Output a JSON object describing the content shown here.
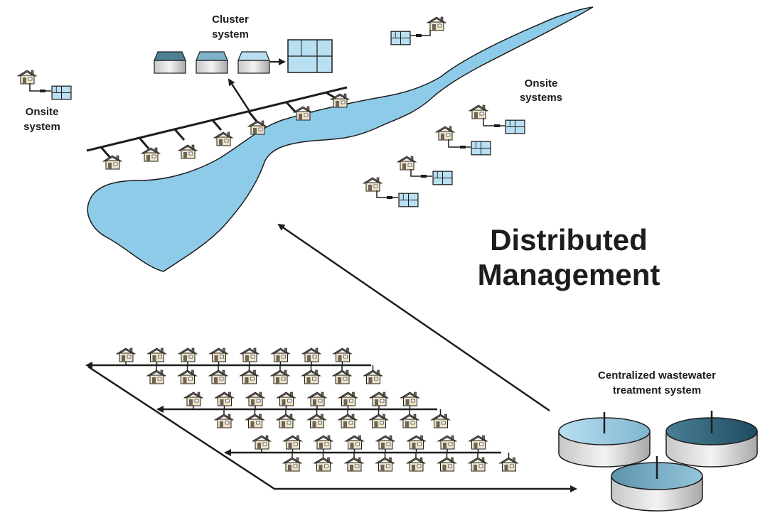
{
  "labels": {
    "cluster_line1": "Cluster",
    "cluster_line2": "system",
    "onsite_left_line1": "Onsite",
    "onsite_left_line2": "system",
    "onsite_right_line1": "Onsite",
    "onsite_right_line2": "systems",
    "title_line1": "Distributed",
    "title_line2": "Management",
    "central_line1": "Centralized wastewater",
    "central_line2": "treatment system"
  },
  "colors": {
    "water": "#8dcbe8",
    "tank_light": "#b9e0f2",
    "house_wall": "#eee2c6",
    "house_roof": "#6d6357",
    "line": "#1d1d1b"
  }
}
